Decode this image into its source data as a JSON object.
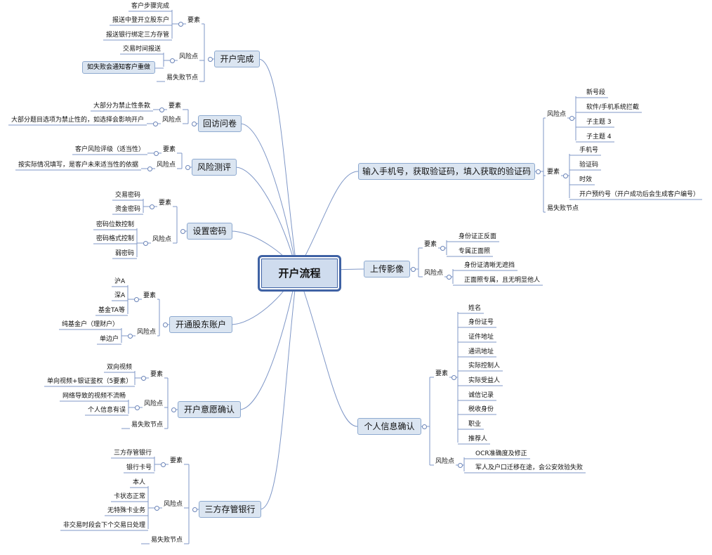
{
  "center": "开户流程",
  "left": [
    {
      "label": "开户完成",
      "groups": [
        {
          "label": "要素",
          "items": [
            "客户步骤完成",
            "报送中登开立股东户",
            "报送银行绑定三方存管"
          ]
        },
        {
          "label": "风险点",
          "items": [
            "交易时间报送",
            "如失败会通知客户重做"
          ]
        },
        {
          "label": "易失败节点",
          "items": []
        }
      ]
    },
    {
      "label": "回访问卷",
      "groups": [
        {
          "label": "要素",
          "items": [
            "大部分为禁止性条款"
          ]
        },
        {
          "label": "风险点",
          "items": [
            "大部分题目选项为禁止性的，如选择会影响开户"
          ]
        }
      ]
    },
    {
      "label": "风险测评",
      "groups": [
        {
          "label": "要素",
          "items": [
            "客户风险评级（适当性）"
          ]
        },
        {
          "label": "风险点",
          "items": [
            "按实际情况填写，是客户未来适当性的依据"
          ]
        }
      ]
    },
    {
      "label": "设置密码",
      "groups": [
        {
          "label": "要素",
          "items": [
            "交易密码",
            "资金密码"
          ]
        },
        {
          "label": "风险点",
          "items": [
            "密码位数控制",
            "密码格式控制",
            "弱密码"
          ]
        }
      ]
    },
    {
      "label": "开通股东账户",
      "groups": [
        {
          "label": "要素",
          "items": [
            "沪A",
            "深A",
            "基金TA等"
          ]
        },
        {
          "label": "风险点",
          "items": [
            "纯基金户（理财户）",
            "单边户"
          ]
        }
      ]
    },
    {
      "label": "开户意愿确认",
      "groups": [
        {
          "label": "要素",
          "items": [
            "双向视频",
            "单向视频+银证鉴权（5要素）"
          ]
        },
        {
          "label": "风险点",
          "items": [
            "网络导致的视频不流畅",
            "个人信息有误"
          ]
        },
        {
          "label": "易失败节点",
          "items": []
        }
      ]
    },
    {
      "label": "三方存管银行",
      "groups": [
        {
          "label": "要素",
          "items": [
            "三方存管银行",
            "银行卡号"
          ]
        },
        {
          "label": "风险点",
          "items": [
            "本人",
            "卡状态正常",
            "无特殊卡业务",
            "非交易时段会下个交易日处理"
          ]
        },
        {
          "label": "易失败节点",
          "items": []
        }
      ]
    }
  ],
  "right": [
    {
      "label": "输入手机号，获取验证码，填入获取的验证码",
      "groups": [
        {
          "label": "风险点",
          "items": [
            "新号段",
            "软件/手机系统拦截",
            "子主题 3",
            "子主题 4"
          ]
        },
        {
          "label": "要素",
          "items": [
            "手机号",
            "验证码",
            "时效",
            "开户预约号（开户成功后会生成客户编号）"
          ]
        },
        {
          "label": "易失败节点",
          "items": []
        }
      ]
    },
    {
      "label": "上传影像",
      "groups": [
        {
          "label": "要素",
          "items": [
            "身份证正反面",
            "专属正面照"
          ]
        },
        {
          "label": "风险点",
          "items": [
            "身份证清晰无遮挡",
            "正面照专属，且无明显他人"
          ]
        }
      ]
    },
    {
      "label": "个人信息确认",
      "groups": [
        {
          "label": "要素",
          "items": [
            "姓名",
            "身份证号",
            "证件地址",
            "通讯地址",
            "实际控制人",
            "实际受益人",
            "诚信记录",
            "税收身份",
            "职业",
            "推荐人"
          ]
        },
        {
          "label": "风险点",
          "items": [
            "OCR准确度及修正",
            "军人及户口迁移在途，会公安效验失败"
          ]
        }
      ]
    }
  ],
  "colors": {
    "box_fill": "#dbe5f1",
    "box_border": "#8eaad0",
    "center_border": "#3f62a4",
    "line": "#7f97c7"
  }
}
